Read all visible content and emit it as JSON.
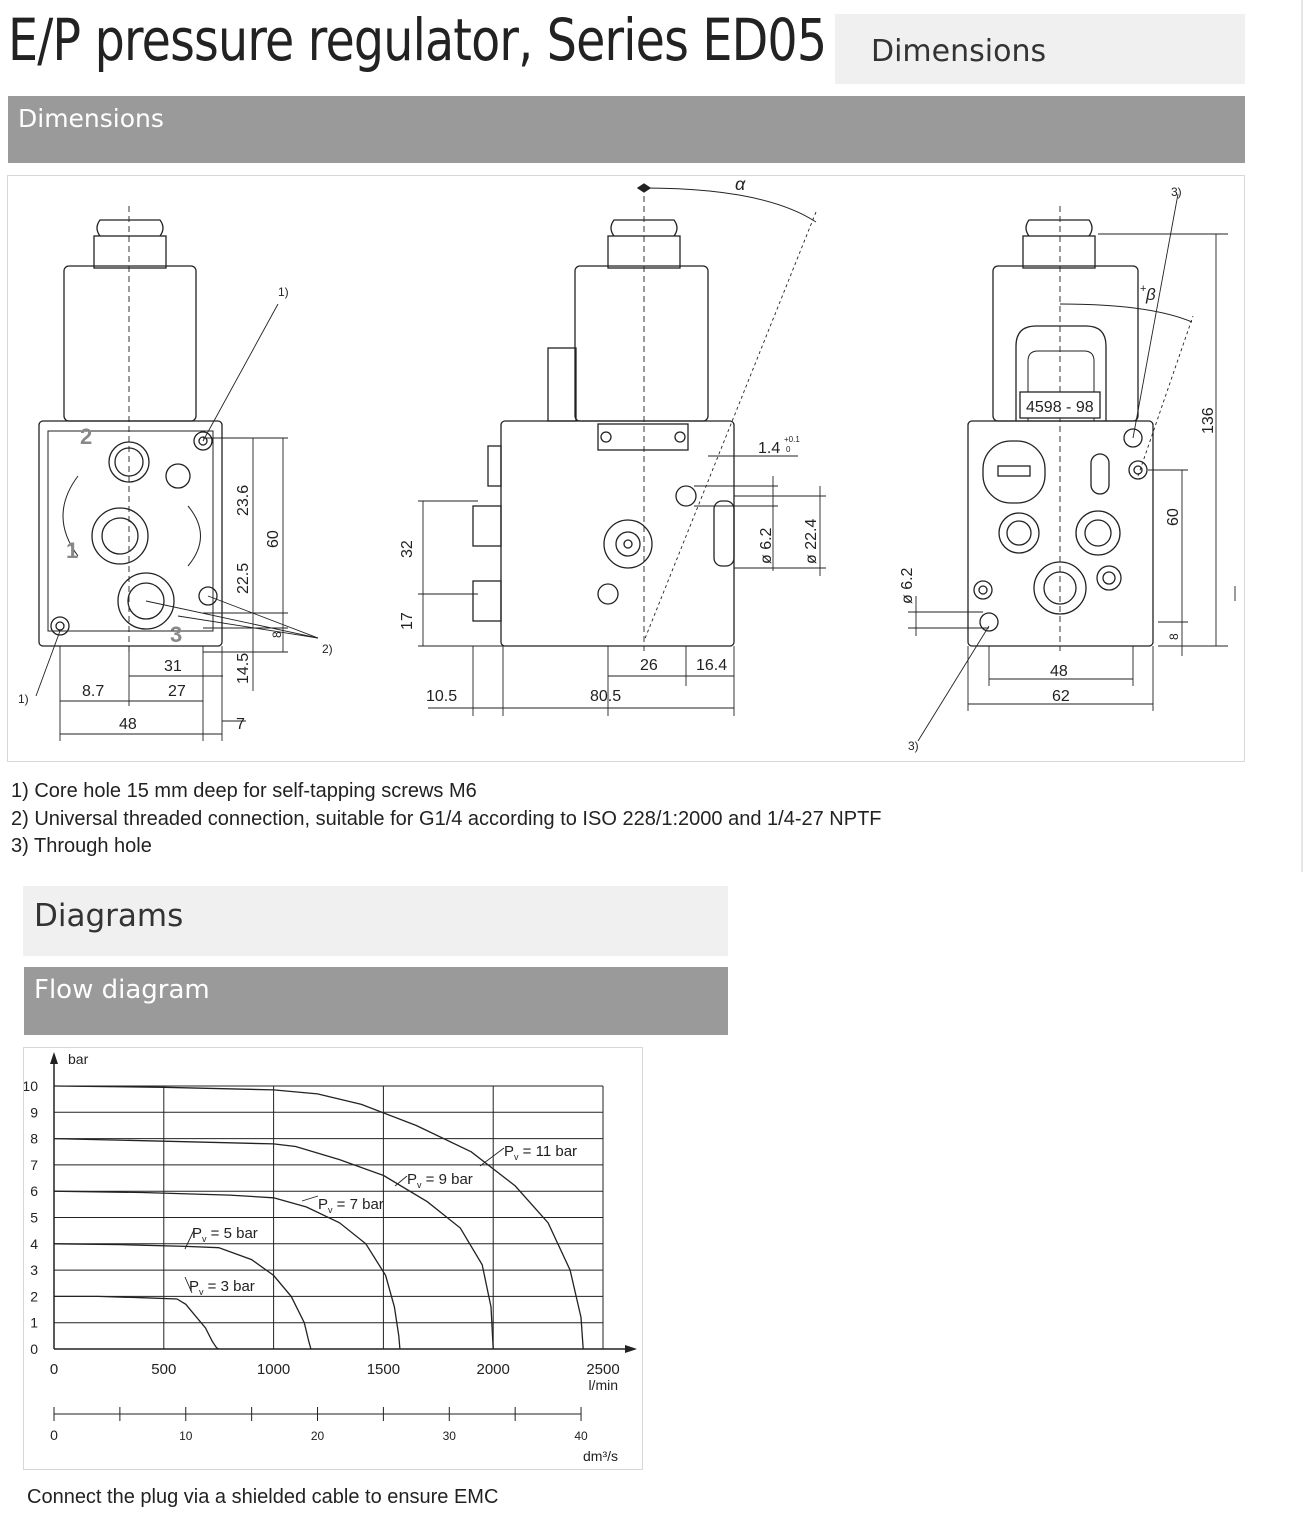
{
  "page": {
    "title": "E/P pressure regulator, Series ED05",
    "title_tab": "Dimensions"
  },
  "dimensions_section": {
    "heading": "Dimensions",
    "drawing": {
      "left_view": {
        "port_labels": [
          "2",
          "1",
          "3"
        ],
        "callouts": [
          "1)",
          "1)",
          "2)"
        ],
        "dims": [
          "23.6",
          "22.5",
          "60",
          "8",
          "14.5",
          "31",
          "27",
          "8.7",
          "48",
          "7"
        ]
      },
      "middle_view": {
        "angle_label": "α",
        "dims": [
          "1.4",
          "+0.1",
          "0",
          "ø 6.2",
          "ø 22.4",
          "32",
          "17",
          "26",
          "16.4",
          "10.5",
          "80.5"
        ]
      },
      "right_view": {
        "angle_label": "β",
        "angle_sign": "+",
        "plate_text": "4598 - 98",
        "callouts": [
          "3)",
          "3)"
        ],
        "dims": [
          "136",
          "60",
          "8",
          "ø 6.2",
          "48",
          "62"
        ]
      }
    },
    "notes": [
      "1) Core hole 15 mm deep for self-tapping screws M6",
      "2) Universal threaded connection, suitable for G1/4 according to ISO 228/1:2000 and 1/4-27 NPTF",
      "3) Through hole"
    ]
  },
  "diagrams_section": {
    "heading": "Diagrams",
    "subheading": "Flow diagram"
  },
  "chart_data": {
    "type": "line",
    "title": "",
    "ylabel": "bar",
    "xlabel": "l/min",
    "secondary_xlabel": "dm³/s",
    "xlim": [
      0,
      2500
    ],
    "ylim": [
      0,
      10
    ],
    "x_ticks": [
      "0",
      "500",
      "1000",
      "1500",
      "2000",
      "2500"
    ],
    "y_ticks": [
      "0",
      "1",
      "2",
      "3",
      "4",
      "5",
      "6",
      "7",
      "8",
      "9",
      "10"
    ],
    "secondary_x_ticks": [
      "0",
      "10",
      "20",
      "30",
      "40"
    ],
    "grid": true,
    "series": [
      {
        "name": "P_v = 3 bar",
        "label_main": "P",
        "label_sub": "v",
        "label_rest": " = 3 bar",
        "x": [
          0,
          200,
          400,
          560,
          600,
          640,
          690,
          720,
          740,
          750
        ],
        "y": [
          2.0,
          2.0,
          1.95,
          1.9,
          1.7,
          1.3,
          0.8,
          0.3,
          0.05,
          0.0
        ]
      },
      {
        "name": "P_v = 5 bar",
        "label_main": "P",
        "label_sub": "v",
        "label_rest": " = 5 bar",
        "x": [
          0,
          300,
          600,
          750,
          900,
          1000,
          1080,
          1140,
          1160,
          1170
        ],
        "y": [
          4.0,
          3.97,
          3.9,
          3.85,
          3.4,
          2.8,
          2.0,
          1.0,
          0.3,
          0.0
        ]
      },
      {
        "name": "P_v = 7 bar",
        "label_main": "P",
        "label_sub": "v",
        "label_rest": " = 7 bar",
        "x": [
          0,
          400,
          800,
          1000,
          1150,
          1300,
          1420,
          1510,
          1550,
          1570,
          1575
        ],
        "y": [
          6.0,
          5.95,
          5.85,
          5.75,
          5.4,
          4.8,
          4.0,
          2.8,
          1.6,
          0.5,
          0.0
        ]
      },
      {
        "name": "P_v = 9 bar",
        "label_main": "P",
        "label_sub": "v",
        "label_rest": " = 9 bar",
        "x": [
          0,
          500,
          1000,
          1100,
          1300,
          1500,
          1700,
          1850,
          1950,
          1990,
          2000
        ],
        "y": [
          8.0,
          7.9,
          7.8,
          7.7,
          7.2,
          6.6,
          5.6,
          4.6,
          3.2,
          1.6,
          0.0
        ]
      },
      {
        "name": "P_v = 11 bar",
        "label_main": "P",
        "label_sub": "v",
        "label_rest": " = 11 bar",
        "x": [
          0,
          500,
          1000,
          1200,
          1400,
          1650,
          1900,
          2100,
          2250,
          2350,
          2400,
          2410
        ],
        "y": [
          10.0,
          9.95,
          9.85,
          9.7,
          9.3,
          8.5,
          7.5,
          6.2,
          4.8,
          3.0,
          1.2,
          0.0
        ]
      }
    ]
  },
  "footer": {
    "note": "Connect the plug via a shielded cable to ensure EMC"
  }
}
